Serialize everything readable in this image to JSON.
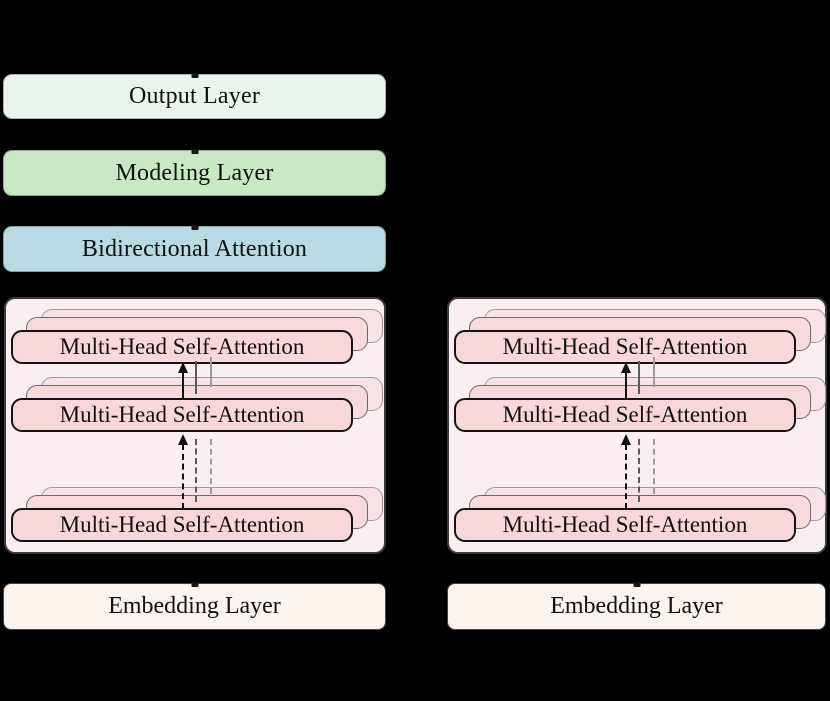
{
  "figure": {
    "layers": [
      {
        "label": "Output Layer"
      },
      {
        "label": "Modeling Layer"
      },
      {
        "label": "Bidirectional Attention"
      }
    ],
    "panels": [
      {
        "side": "left",
        "stacks": [
          "Multi-Head Self-Attention",
          "Multi-Head Self-Attention",
          "Multi-Head Self-Attention"
        ]
      },
      {
        "side": "right",
        "stacks": [
          "Multi-Head Self-Attention",
          "Multi-Head Self-Attention",
          "Multi-Head Self-Attention"
        ]
      }
    ],
    "embeddings": [
      {
        "label": "Embedding Layer"
      },
      {
        "label": "Embedding Layer"
      }
    ]
  },
  "palette": {
    "canvas-bg": "#000000",
    "output-fill": "#e9f5ea",
    "modeling-fill": "#c9e8c4",
    "bidirectional-fill": "#b8dbe3",
    "panel-fill": "#fbeef0",
    "mhsa-fill": "#f9d6d8",
    "ghost1-fill": "#f8dadd",
    "ghost2-fill": "#f9e2e4",
    "embedding-fill": "#fdf3ee",
    "arrow-black": "#111111",
    "arrow-gray-dark": "#5a5a5a",
    "arrow-gray-light": "#9c9c9c"
  }
}
